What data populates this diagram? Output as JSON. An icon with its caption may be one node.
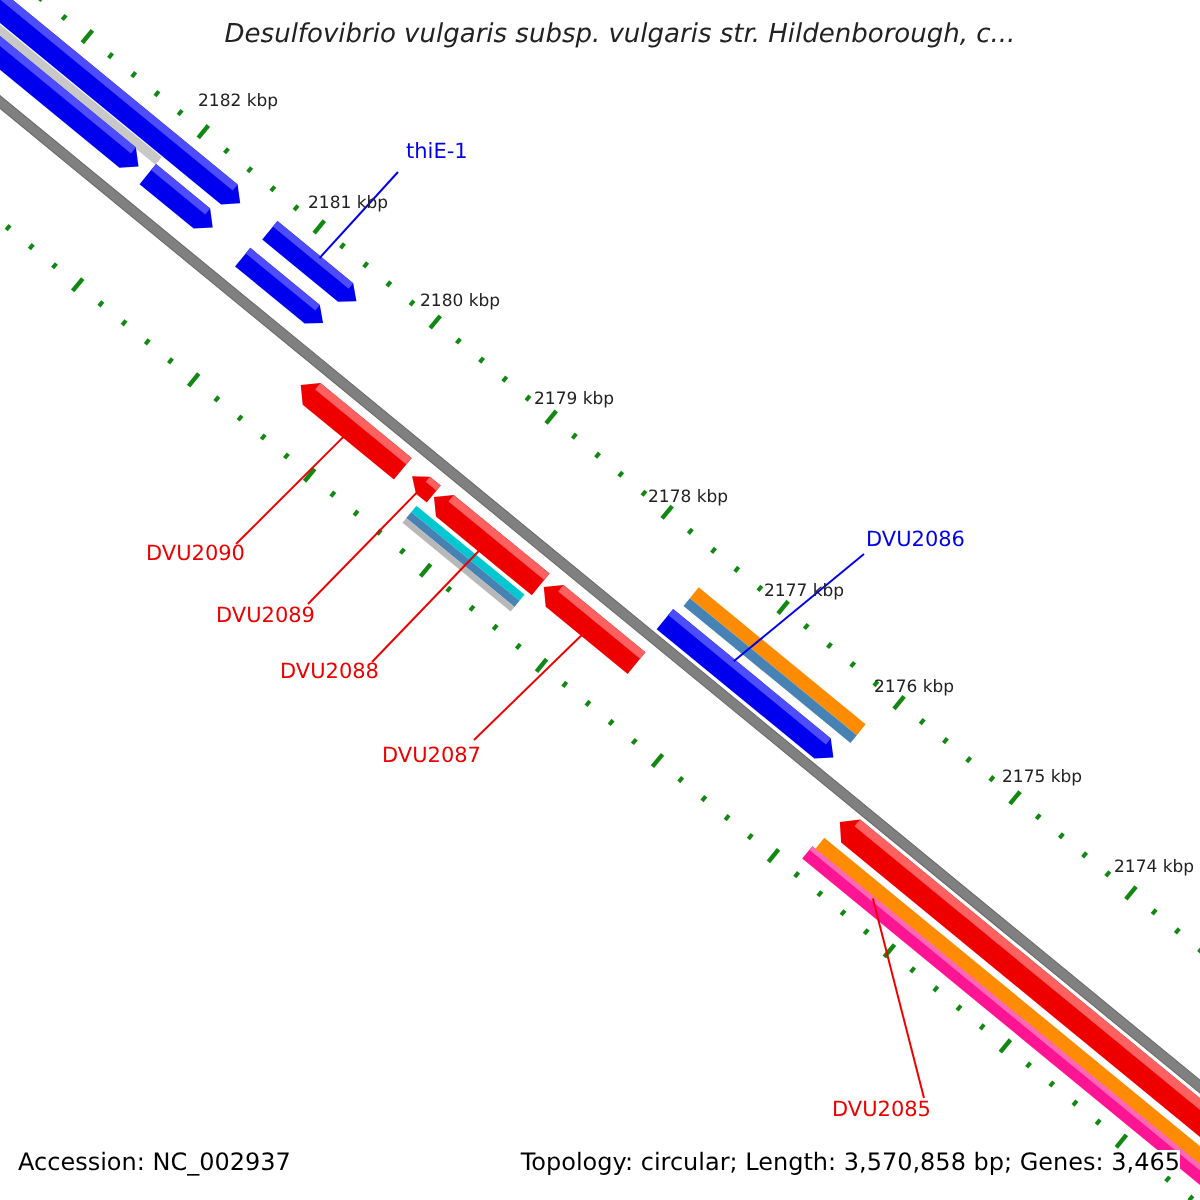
{
  "diagram": {
    "title": "Desulfovibrio vulgaris subsp. vulgaris str. Hildenborough, c...",
    "nodes": [
      {
        "text": [
          "thiE-1"
        ]
      },
      {
        "text": [],
        "shape": "bar"
      },
      {
        "text": [
          "DVU2090"
        ]
      },
      {
        "text": [],
        "shape": "bar"
      },
      {
        "text": [
          "DVU2089"
        ]
      },
      {
        "text": [],
        "shape": "bar"
      },
      {
        "text": [
          "DVU2088"
        ]
      },
      {
        "text": [],
        "shape": "bar"
      },
      {
        "text": [
          "DVU2087"
        ]
      },
      {
        "text": [],
        "shape": "bar"
      },
      {
        "text": [
          "DVU2086"
        ]
      },
      {
        "text": [],
        "shape": "bar"
      },
      {
        "text": [
          "DVU2085"
        ]
      },
      {
        "text": [],
        "shape": "bar"
      }
    ],
    "edges": [
      {
        "from": 0,
        "to": 1,
        "arrow": "none",
        "color": "#0000ee"
      },
      {
        "from": 2,
        "to": 3,
        "arrow": "none"
      },
      {
        "from": 4,
        "to": 5,
        "arrow": "none"
      },
      {
        "from": 6,
        "to": 7,
        "arrow": "none"
      },
      {
        "from": 8,
        "to": 9,
        "arrow": "none"
      },
      {
        "from": 10,
        "to": 11,
        "arrow": "none",
        "color": "#0000ee"
      },
      {
        "from": 12,
        "to": 13,
        "arrow": "none"
      }
    ],
    "labels": [
      "2182 kbp",
      "2181 kbp",
      "2180 kbp",
      "2179 kbp",
      "2178 kbp",
      "2177 kbp",
      "2176 kbp",
      "2175 kbp",
      "2174 kbp",
      "Accession: NC_002937",
      "Topology: circular; Length: 3,570,858 bp; Genes: 3,465"
    ]
  }
}
